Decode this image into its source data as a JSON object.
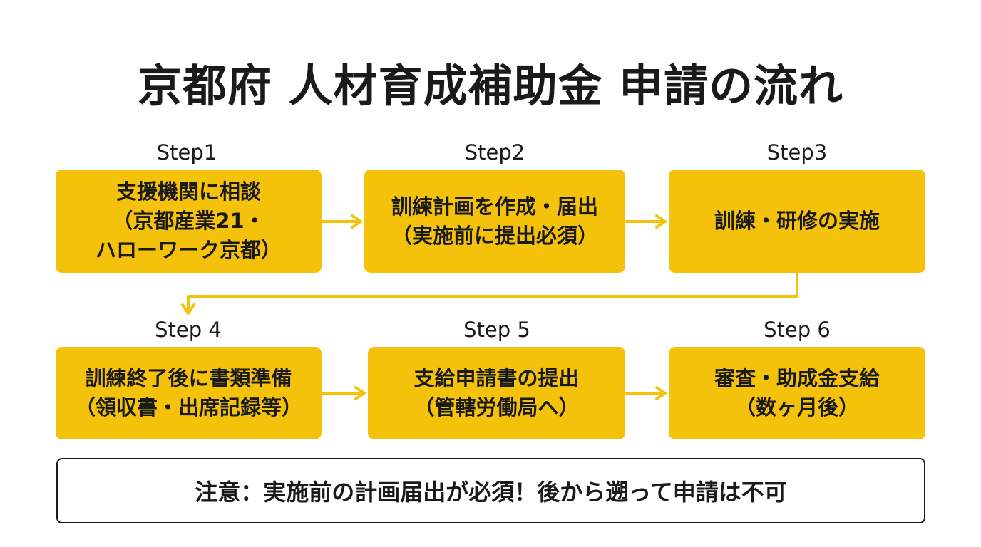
{
  "title": "京都府 人材育成補助金 申請の流れ",
  "colors": {
    "box_fill": "#f5c20b",
    "arrow": "#f5c20b",
    "text": "#1a1a1a",
    "note_border": "#1a1a1a"
  },
  "steps": [
    {
      "label": "Step1",
      "lines": [
        "支援機関に相談",
        "（京都産業21・",
        "ハローワーク京都）"
      ]
    },
    {
      "label": "Step2",
      "lines": [
        "訓練計画を作成・届出",
        "（実施前に提出必須）"
      ]
    },
    {
      "label": "Step3",
      "lines": [
        "訓練・研修の実施"
      ]
    },
    {
      "label": "Step 4",
      "lines": [
        "訓練終了後に書類準備",
        "（領収書・出席記録等）"
      ]
    },
    {
      "label": "Step 5",
      "lines": [
        "支給申請書の提出",
        "（管轄労働局へ）"
      ]
    },
    {
      "label": "Step 6",
      "lines": [
        "審査・助成金支給",
        "（数ヶ月後）"
      ]
    }
  ],
  "note": "注意：実施前の計画届出が必須！後から遡って申請は不可"
}
